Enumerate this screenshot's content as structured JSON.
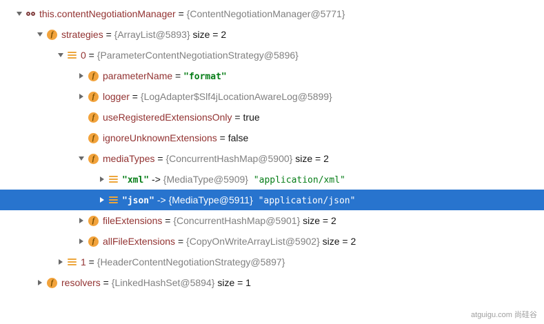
{
  "watermark": "atguigu.com 尚硅谷",
  "colors": {
    "selection_blue": "#2874CE",
    "variable_name_red": "#923231",
    "reference_gray": "#808080",
    "string_green": "#067D17",
    "field_icon_amber": "#F2A33C"
  },
  "tree": {
    "rows": [
      {
        "level": 0,
        "chevron": "down",
        "icon": "watch",
        "selected": false,
        "parts": [
          {
            "t": "this.contentNegotiationManager",
            "s": "name"
          },
          {
            "t": " = ",
            "s": "plain"
          },
          {
            "t": "{ContentNegotiationManager@5771}",
            "s": "ref"
          }
        ]
      },
      {
        "level": 1,
        "chevron": "down",
        "icon": "field",
        "selected": false,
        "parts": [
          {
            "t": "strategies",
            "s": "name"
          },
          {
            "t": " = ",
            "s": "plain"
          },
          {
            "t": "{ArrayList@5893}",
            "s": "ref"
          },
          {
            "t": " size = 2",
            "s": "plain"
          }
        ]
      },
      {
        "level": 2,
        "chevron": "down",
        "icon": "bars",
        "selected": false,
        "parts": [
          {
            "t": "0",
            "s": "name"
          },
          {
            "t": " = ",
            "s": "plain"
          },
          {
            "t": "{ParameterContentNegotiationStrategy@5896}",
            "s": "ref"
          }
        ]
      },
      {
        "level": 3,
        "chevron": "right",
        "icon": "field",
        "selected": false,
        "parts": [
          {
            "t": "parameterName",
            "s": "name"
          },
          {
            "t": " = ",
            "s": "plain"
          },
          {
            "t": "\"format\"",
            "s": "str"
          }
        ]
      },
      {
        "level": 3,
        "chevron": "right",
        "icon": "field",
        "selected": false,
        "parts": [
          {
            "t": "logger",
            "s": "name"
          },
          {
            "t": " = ",
            "s": "plain"
          },
          {
            "t": "{LogAdapter$Slf4jLocationAwareLog@5899}",
            "s": "ref"
          }
        ]
      },
      {
        "level": 3,
        "chevron": "none",
        "icon": "field",
        "selected": false,
        "parts": [
          {
            "t": "useRegisteredExtensionsOnly",
            "s": "name"
          },
          {
            "t": " = ",
            "s": "plain"
          },
          {
            "t": "true",
            "s": "bool"
          }
        ]
      },
      {
        "level": 3,
        "chevron": "none",
        "icon": "field",
        "selected": false,
        "parts": [
          {
            "t": "ignoreUnknownExtensions",
            "s": "name"
          },
          {
            "t": " = ",
            "s": "plain"
          },
          {
            "t": "false",
            "s": "bool"
          }
        ]
      },
      {
        "level": 3,
        "chevron": "down",
        "icon": "field",
        "selected": false,
        "parts": [
          {
            "t": "mediaTypes",
            "s": "name"
          },
          {
            "t": " = ",
            "s": "plain"
          },
          {
            "t": "{ConcurrentHashMap@5900}",
            "s": "ref"
          },
          {
            "t": " size = 2",
            "s": "plain"
          }
        ]
      },
      {
        "level": 4,
        "chevron": "right",
        "icon": "bars",
        "selected": false,
        "parts": [
          {
            "t": "\"xml\"",
            "s": "str"
          },
          {
            "t": " -> ",
            "s": "plain"
          },
          {
            "t": "{MediaType@5909}",
            "s": "ref"
          },
          {
            "t": " \"application/xml\"",
            "s": "strval"
          }
        ]
      },
      {
        "level": 4,
        "chevron": "right",
        "icon": "bars",
        "selected": true,
        "parts": [
          {
            "t": "\"json\"",
            "s": "str"
          },
          {
            "t": " -> ",
            "s": "plain"
          },
          {
            "t": "{MediaType@5911}",
            "s": "ref"
          },
          {
            "t": " \"application/json\"",
            "s": "strval"
          }
        ]
      },
      {
        "level": 3,
        "chevron": "right",
        "icon": "field",
        "selected": false,
        "parts": [
          {
            "t": "fileExtensions",
            "s": "name"
          },
          {
            "t": " = ",
            "s": "plain"
          },
          {
            "t": "{ConcurrentHashMap@5901}",
            "s": "ref"
          },
          {
            "t": " size = 2",
            "s": "plain"
          }
        ]
      },
      {
        "level": 3,
        "chevron": "right",
        "icon": "field",
        "selected": false,
        "parts": [
          {
            "t": "allFileExtensions",
            "s": "name"
          },
          {
            "t": " = ",
            "s": "plain"
          },
          {
            "t": "{CopyOnWriteArrayList@5902}",
            "s": "ref"
          },
          {
            "t": " size = 2",
            "s": "plain"
          }
        ]
      },
      {
        "level": 2,
        "chevron": "right",
        "icon": "bars",
        "selected": false,
        "parts": [
          {
            "t": "1",
            "s": "name"
          },
          {
            "t": " = ",
            "s": "plain"
          },
          {
            "t": "{HeaderContentNegotiationStrategy@5897}",
            "s": "ref"
          }
        ]
      },
      {
        "level": 1,
        "chevron": "right",
        "icon": "field",
        "selected": false,
        "parts": [
          {
            "t": "resolvers",
            "s": "name"
          },
          {
            "t": " = ",
            "s": "plain"
          },
          {
            "t": "{LinkedHashSet@5894}",
            "s": "ref"
          },
          {
            "t": " size = 1",
            "s": "plain"
          }
        ]
      }
    ]
  }
}
